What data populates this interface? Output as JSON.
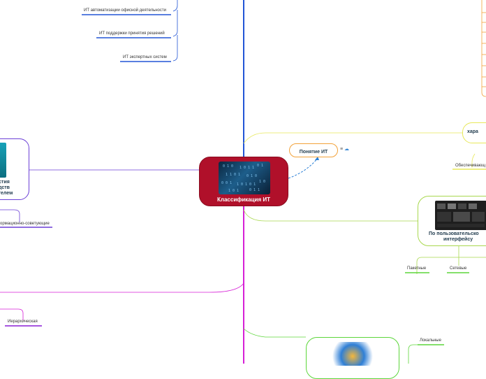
{
  "central": {
    "title": "Классификация ИТ"
  },
  "concept": {
    "title": "Понятие ИТ",
    "icons": [
      "note-icon",
      "cloud-icon"
    ]
  },
  "top_left_items": [
    "ИТ автоматизации офисной деятельности",
    "ИТ поддержки принятия решений",
    "ИТ экспертных систем"
  ],
  "left_node": {
    "title_lines": [
      "стия",
      "дств",
      "ателем"
    ]
  },
  "left_sub": {
    "label": "ормационно-советующие"
  },
  "bottom_left": {
    "label": "Иерархическая"
  },
  "right_top": {
    "label": "Обеспечивающ"
  },
  "tr_node": {
    "title": "хара"
  },
  "ui_node": {
    "title_lines": [
      "По пользовательско",
      "интерфейсу"
    ]
  },
  "ui_children": [
    "Пакетные",
    "Сетевые"
  ],
  "net_child": {
    "label": "Локальные"
  },
  "colors": {
    "central": "#b0102a",
    "blue_branch": "#2255d6",
    "magenta_branch": "#d61fd6",
    "purple_branch": "#6b3fd6",
    "yellow_branch": "#e8e85a",
    "orange_branch": "#f2a23a",
    "green_branch": "#5cd63a",
    "lime_branch": "#a8d84e"
  }
}
